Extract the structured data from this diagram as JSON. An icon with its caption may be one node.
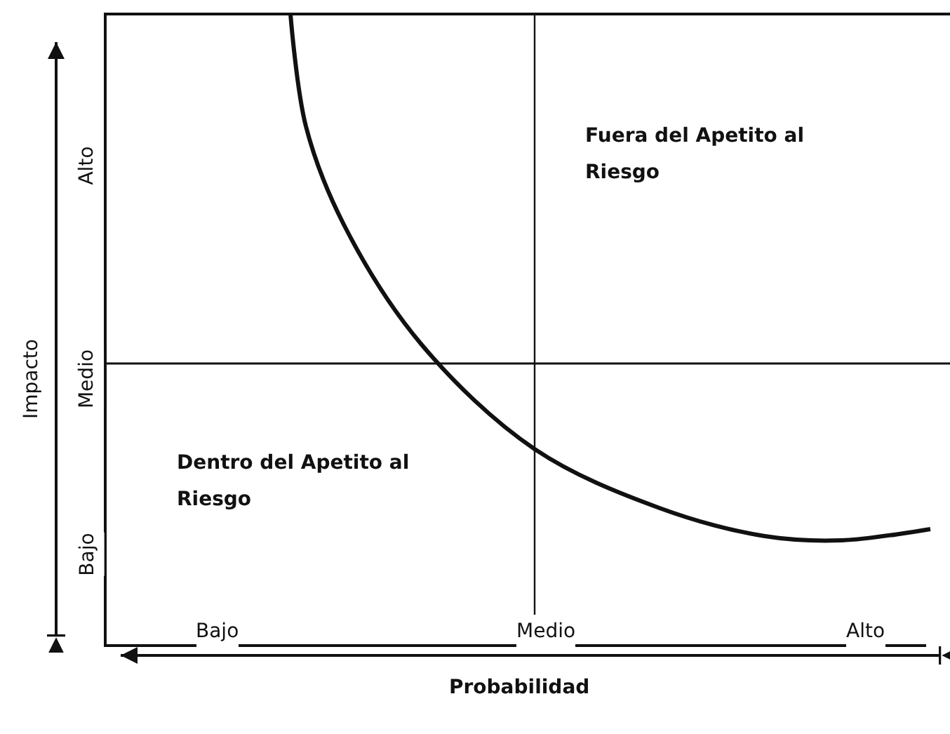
{
  "diagram": {
    "labels": [
      "Alto",
      "Fuera del Apetito al Riesgo",
      "Impacto",
      "Medio",
      "Dentro del Apetito al Riesgo",
      "Bajo",
      "Bajo",
      "Medio",
      "Alto",
      "Probabilidad"
    ]
  }
}
